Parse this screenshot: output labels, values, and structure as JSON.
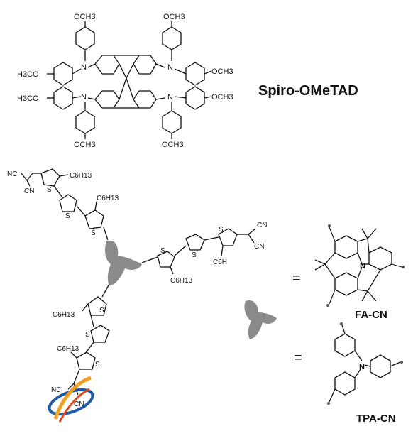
{
  "molecules": {
    "spiro": {
      "name": "Spiro-OMeTAD"
    },
    "fa": {
      "name": "FA-CN"
    },
    "tpa": {
      "name": "TPA-CN"
    }
  },
  "atoms": {
    "och3": "OCH3",
    "h3co": "H3CO",
    "n": "N",
    "s": "S",
    "nc": "NC",
    "cn": "CN",
    "c6h13": "C6H13",
    "c6h": "C6H"
  },
  "equals": "=",
  "logo": {
    "colors": [
      "#1d5aa8",
      "#f0a020",
      "#e04a20"
    ]
  }
}
